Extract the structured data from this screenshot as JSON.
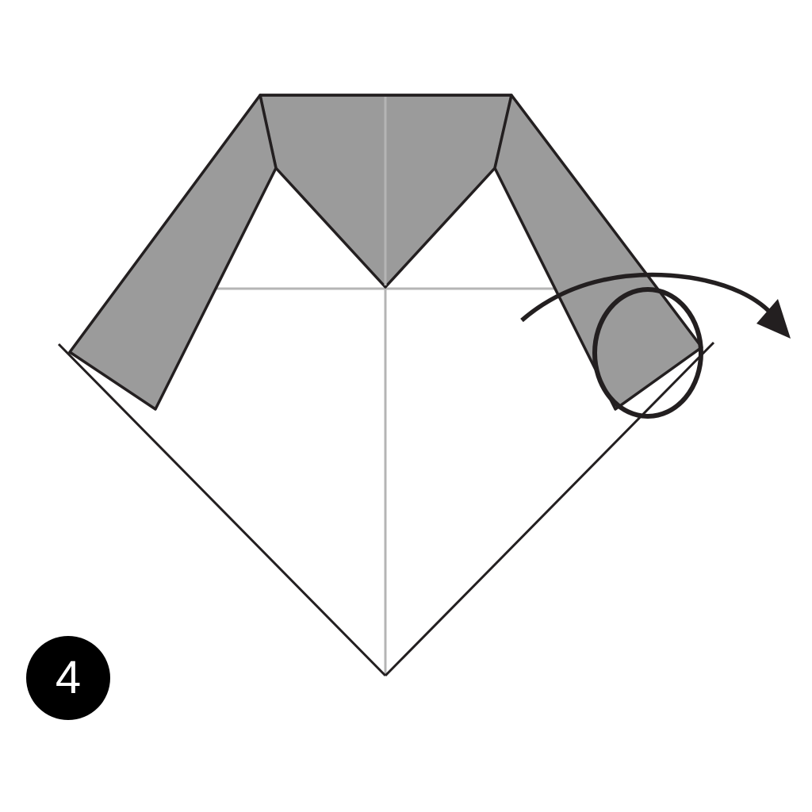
{
  "step": {
    "number": "4"
  },
  "colors": {
    "paper_front": "#ffffff",
    "paper_back": "#9b9b9b",
    "outline": "#231f20",
    "crease": "#b5b5b5",
    "arrow": "#231f20",
    "badge_fill": "#000000",
    "badge_text": "#ffffff"
  },
  "diagram": {
    "kind": "origami-step",
    "action": "fold-tip-behind",
    "arrow_icon": "curved-arrow-right-icon",
    "highlight_icon": "circle-highlight-icon"
  }
}
